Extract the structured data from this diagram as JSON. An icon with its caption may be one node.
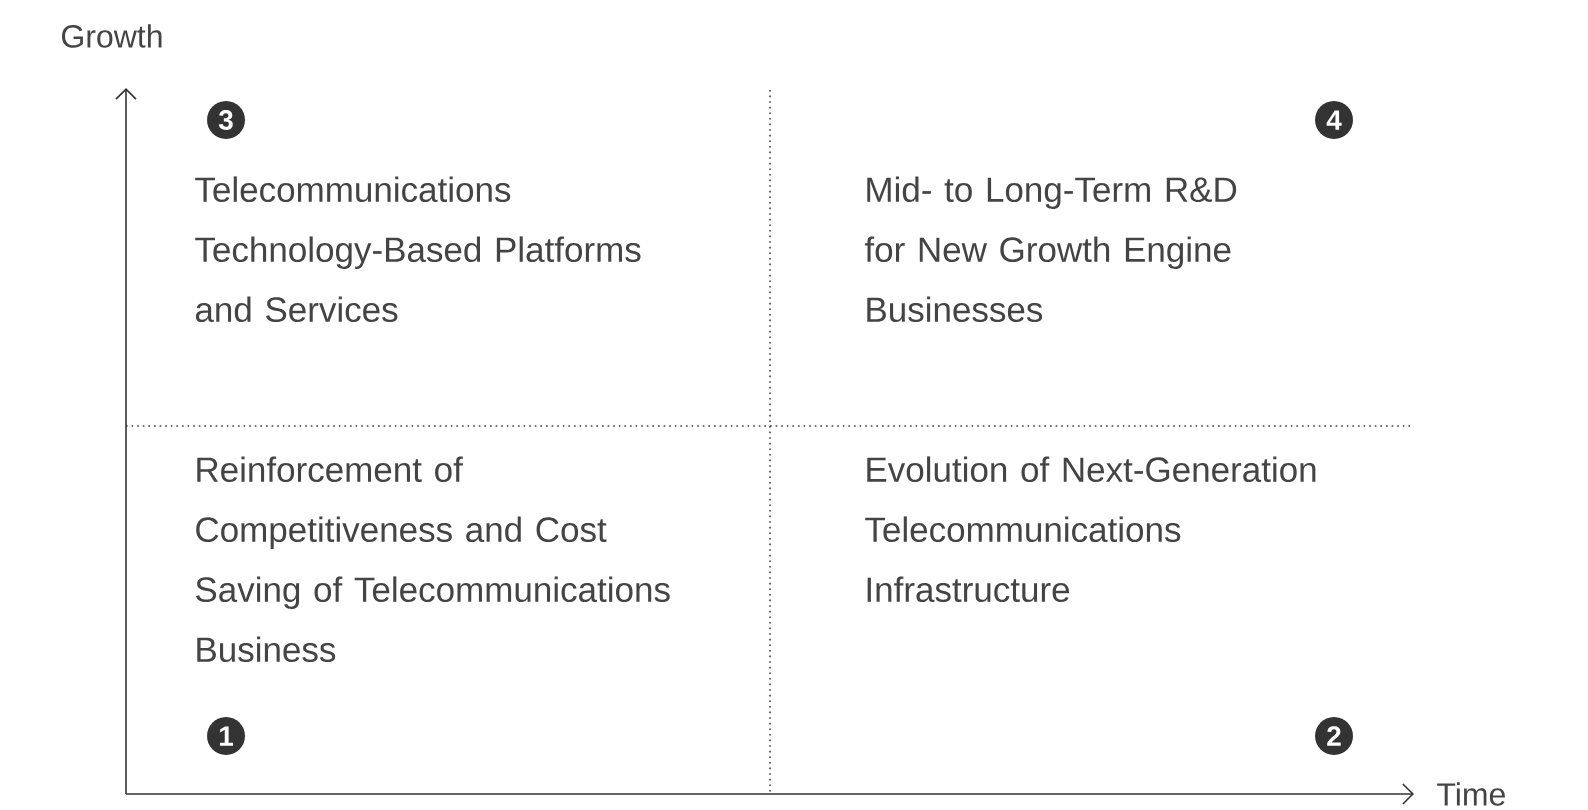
{
  "diagram": {
    "nodes": [
      {
        "text": [
          "3"
        ]
      },
      {
        "text": [
          "4"
        ]
      },
      {
        "text": [
          "1"
        ]
      },
      {
        "text": [
          "2"
        ]
      }
    ],
    "labels": [
      "Growth",
      "Telecommunications Technology-Based Platforms and Services",
      "Mid- to Long-Term R&D for New Growth Engine Businesses",
      "Reinforcement of Competitiveness and Cost Saving of Telecommunications Business",
      "Evolution of Next-Generation Telecommunications Infrastructure",
      "Time"
    ]
  }
}
